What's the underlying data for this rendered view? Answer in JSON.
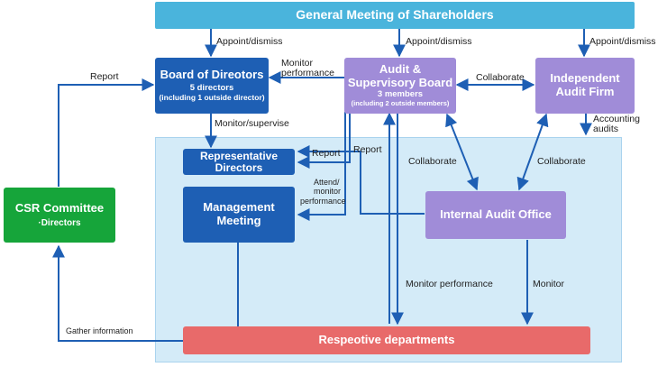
{
  "colors": {
    "shareholders": "#4ab4dc",
    "board": "#1e5fb4",
    "audit": "#a08cd8",
    "csr": "#16a53a",
    "departments": "#e86a6a",
    "region": "#d4ebf8",
    "line": "#1e5fb4"
  },
  "nodes": {
    "shareholders": {
      "title": "General Meeting of Shareholders"
    },
    "board": {
      "title": "Board of Direotors",
      "sub1": "5 directors",
      "sub2": "(including 1 outside director)"
    },
    "audit_board": {
      "title_1": "Audit &",
      "title_2": "Supervisory Board",
      "sub1": "3 members",
      "sub2": "(including 2 outside members)"
    },
    "audit_firm": {
      "title_1": "Independent",
      "title_2": "Audit Firm"
    },
    "rep_directors": {
      "title_1": "Representative",
      "title_2": "Directors"
    },
    "mgmt_meeting": {
      "title_1": "Management",
      "title_2": "Meeting"
    },
    "internal_audit": {
      "title": "Internal Audit Office"
    },
    "csr": {
      "title": "CSR Committee",
      "sub": "·Directors"
    },
    "departments": {
      "title": "Respeotive departments"
    }
  },
  "edge_labels": {
    "appoint_1": "Appoint/dismiss",
    "appoint_2": "Appoint/dismiss",
    "appoint_3": "Appoint/dismiss",
    "report_csr": "Report",
    "monitor_perf_1": "Monitor",
    "monitor_perf_2": "performance",
    "collaborate_top": "Collaborate",
    "monitor_supervise": "Monitor/supervise",
    "accounting_1": "Accounting",
    "accounting_2": "audits",
    "report_1": "Report",
    "report_2": "Report",
    "attend_1": "Attend/",
    "attend_2": "monitor",
    "attend_3": "performance",
    "collaborate_left": "Collaborate",
    "collaborate_right": "Collaborate",
    "monitor_performance": "Monitor performance",
    "monitor": "Monitor",
    "gather": "Gather information"
  }
}
